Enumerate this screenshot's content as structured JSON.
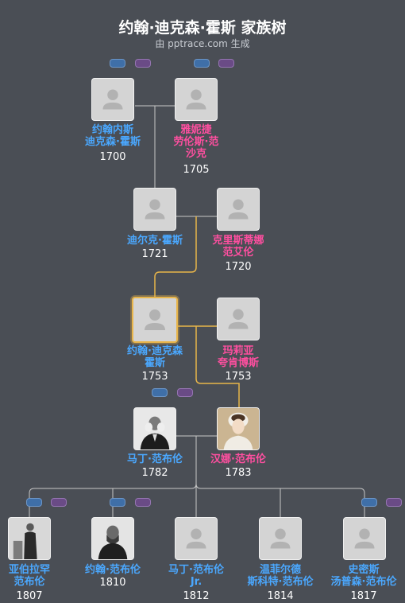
{
  "header": {
    "title": "约翰·迪克森·霍斯 家族树",
    "subtitle": "由 pptrace.com 生成"
  },
  "people": {
    "p1": {
      "name": "约翰内斯\n迪克森·霍斯",
      "year": "1700"
    },
    "p2": {
      "name": "雅妮捷\n劳伦斯·范\n沙克",
      "year": "1705"
    },
    "p3": {
      "name": "迪尔克·霍斯",
      "year": "1721"
    },
    "p4": {
      "name": "克里斯蒂娜\n范艾伦",
      "year": "1720"
    },
    "p5": {
      "name": "约翰·迪克森\n霍斯",
      "year": "1753"
    },
    "p6": {
      "name": "玛莉亚\n夸肯博斯",
      "year": "1753"
    },
    "p7": {
      "name": "马丁·范布伦",
      "year": "1782"
    },
    "p8": {
      "name": "汉娜·范布伦",
      "year": "1783"
    },
    "c1": {
      "name": "亚伯拉罕\n范布伦",
      "year": "1807"
    },
    "c2": {
      "name": "约翰·范布伦",
      "year": "1810"
    },
    "c3": {
      "name": "马丁·范布伦\nJr.",
      "year": "1812"
    },
    "c4": {
      "name": "温菲尔德\n斯科特·范布伦",
      "year": "1814"
    },
    "c5": {
      "name": "史密斯\n汤普森·范布伦",
      "year": "1817"
    }
  },
  "colors": {
    "background": "#4a4e55",
    "male": "#4aa8ff",
    "female": "#ff4fa0",
    "line": "#c8c8c8",
    "highlight_line": "#e8b54a"
  }
}
